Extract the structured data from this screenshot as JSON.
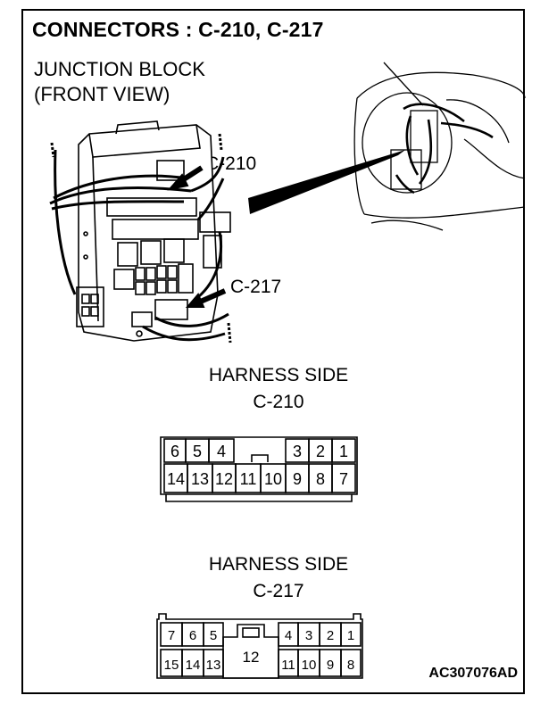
{
  "title": "CONNECTORS : C-210, C-217",
  "junction_block": {
    "line1": "JUNCTION BLOCK",
    "line2": "(FRONT VIEW)",
    "callout_top": "C-210",
    "callout_bottom": "C-217"
  },
  "connector_c210": {
    "heading": "HARNESS SIDE",
    "name": "C-210",
    "top_row_left": [
      "6",
      "5",
      "4"
    ],
    "top_row_right": [
      "3",
      "2",
      "1"
    ],
    "bottom_row": [
      "14",
      "13",
      "12",
      "11",
      "10",
      "9",
      "8",
      "7"
    ]
  },
  "connector_c217": {
    "heading": "HARNESS SIDE",
    "name": "C-217",
    "top_row_left": [
      "7",
      "6",
      "5"
    ],
    "top_row_right": [
      "4",
      "3",
      "2",
      "1"
    ],
    "bottom_row_left": [
      "15",
      "14",
      "13"
    ],
    "center_pin": "12",
    "bottom_row_right": [
      "11",
      "10",
      "9",
      "8"
    ]
  },
  "figure_code": "AC307076AD"
}
